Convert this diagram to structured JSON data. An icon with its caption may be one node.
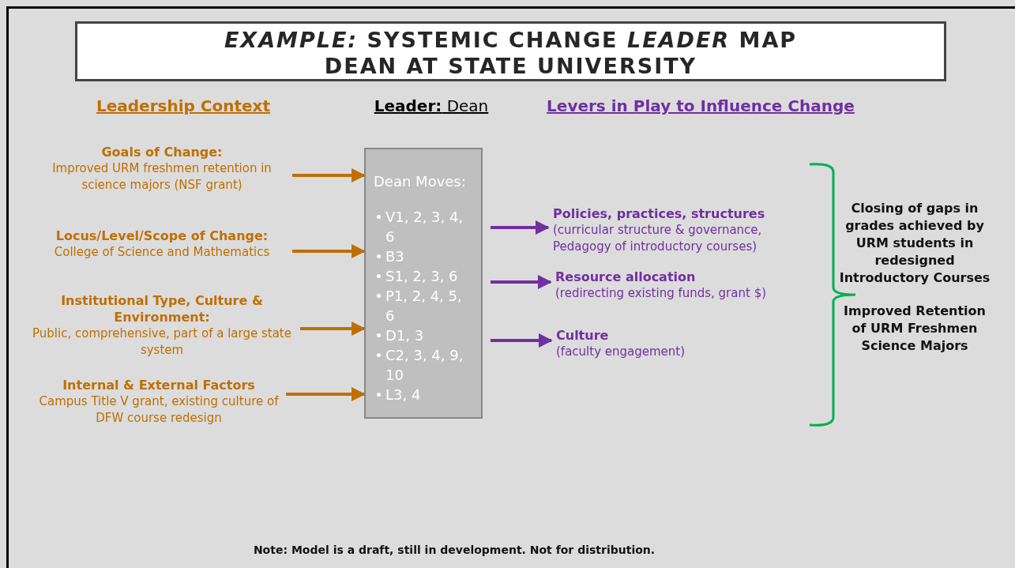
{
  "diagram": {
    "title": "*EXAMPLE:* SYSTEMIC CHANGE *LEADER* MAP DEAN AT STATE UNIVERSITY",
    "nodes": [
      {
        "text": [
          "Goals of Change:",
          "Improved URM freshmen retention in science majors (NSF grant)"
        ]
      },
      {
        "text": [
          "Locus/Level/Scope of Change:",
          "College of Science and Mathematics"
        ]
      },
      {
        "text": [
          "Institutional Type, Culture & Environment:",
          "Public, comprehensive, part of a large state system"
        ]
      },
      {
        "text": [
          "Internal & External Factors",
          "Campus Title V grant, existing culture of DFW course redesign"
        ]
      },
      {
        "text": [
          "Dean Moves:",
          "V1, 2, 3, 4, 6",
          "B3",
          "S1, 2, 3, 6",
          "P1, 2, 4, 5, 6",
          "D1, 3",
          "C2, 3, 4, 9, 10",
          "L3, 4"
        ]
      },
      {
        "text": [
          "Policies, practices, structures",
          "(curricular structure & governance, Pedagogy of introductory courses)"
        ]
      },
      {
        "text": [
          "Resource allocation",
          "(redirecting existing funds, grant $)"
        ]
      },
      {
        "text": [
          "Culture",
          "(faculty engagement)"
        ]
      },
      {
        "text": [
          "Closing of gaps in grades achieved by URM students in redesigned Introductory Courses",
          "Improved Retention of URM Freshmen Science Majors"
        ]
      }
    ],
    "edges": [
      {
        "from": 0,
        "to": 4,
        "arrow": "to"
      },
      {
        "from": 1,
        "to": 4,
        "arrow": "to"
      },
      {
        "from": 2,
        "to": 4,
        "arrow": "to"
      },
      {
        "from": 3,
        "to": 4,
        "arrow": "to"
      },
      {
        "from": 4,
        "to": 5,
        "arrow": "to",
        "color": "#7030a0"
      },
      {
        "from": 4,
        "to": 6,
        "arrow": "to",
        "color": "#7030a0"
      },
      {
        "from": 4,
        "to": 7,
        "arrow": "to",
        "color": "#7030a0"
      }
    ],
    "labels": [
      "Leadership Context",
      "**Leader:** Dean",
      "Levers in Play to Influence Change",
      "Note: Model is a draft, still in development. Not for distribution."
    ]
  }
}
